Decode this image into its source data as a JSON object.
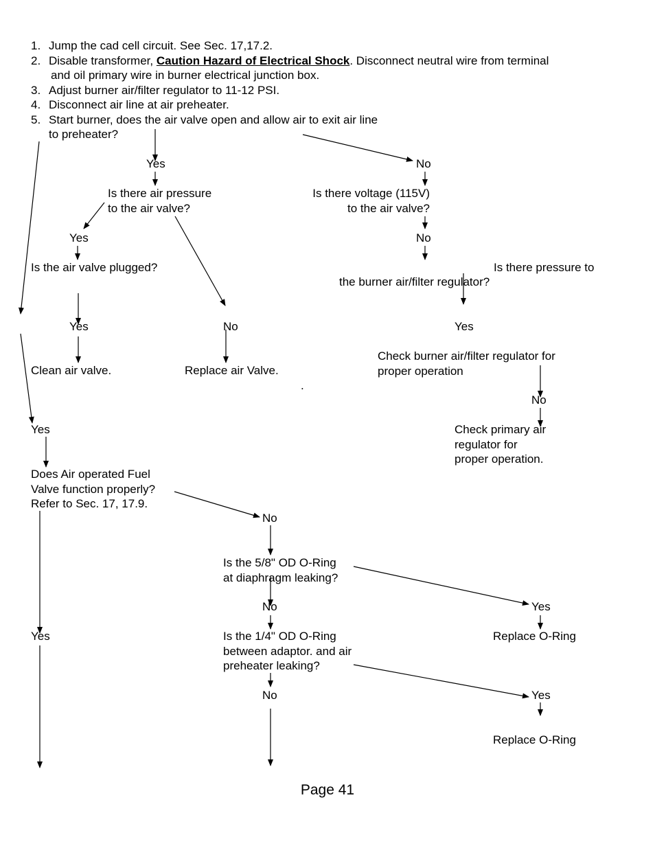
{
  "steps": [
    {
      "num": "1.",
      "text": "Jump the cad cell circuit. See Sec. 17,17.2."
    },
    {
      "num": "2.",
      "pre": "Disable transformer, ",
      "warning": "Caution Hazard of Electrical Shock",
      "post": ". Disconnect neutral wire from terminal",
      "line2": "and oil primary wire in burner electrical junction box."
    },
    {
      "num": "3.",
      "text": "Adjust burner air/filter regulator to 11-12 PSI."
    },
    {
      "num": "4.",
      "text": "Disconnect air line at air preheater."
    },
    {
      "num": "5.",
      "text": "Start burner, does the air valve open and allow air to exit air line",
      "line2": "to preheater?"
    }
  ],
  "nodes": {
    "yes_a": "Yes",
    "no_a": "No",
    "q_air_pressure": [
      "Is there air pressure",
      "to the air valve?"
    ],
    "q_voltage": [
      "Is there voltage (115V)",
      "to the air valve?"
    ],
    "yes_b": "Yes",
    "no_b": "No",
    "q_plugged": "Is the air valve plugged?",
    "q_regulator_pressure_1": "Is there pressure to",
    "q_regulator_pressure_2": "the burner air/filter regulator?",
    "yes_c": "Yes",
    "no_c": "No",
    "yes_d": "Yes",
    "clean_valve": "Clean air valve.",
    "replace_valve": "Replace air Valve.",
    "stray_dot": ".",
    "check_regulator": [
      "Check burner air/filter regulator for",
      "proper operation"
    ],
    "no_d": "No",
    "check_primary": [
      "Check primary air",
      "regulator for",
      "proper operation."
    ],
    "yes_e": "Yes",
    "q_fuel_valve": [
      "Does Air operated Fuel",
      "Valve function properly?",
      "Refer to Sec. 17, 17.9."
    ],
    "no_e": "No",
    "q_oring_58": [
      "Is the 5/8\" OD O-Ring",
      "at diaphragm leaking?"
    ],
    "no_f": "No",
    "yes_f": "Yes",
    "yes_g": "Yes",
    "q_oring_14": [
      "Is the 1/4\" OD O-Ring",
      "between adaptor. and air",
      "preheater leaking?"
    ],
    "replace_oring_1": "Replace O-Ring",
    "no_g": "No",
    "yes_h": "Yes",
    "replace_oring_2": "Replace O-Ring"
  },
  "footer": {
    "page": "Page 41"
  }
}
